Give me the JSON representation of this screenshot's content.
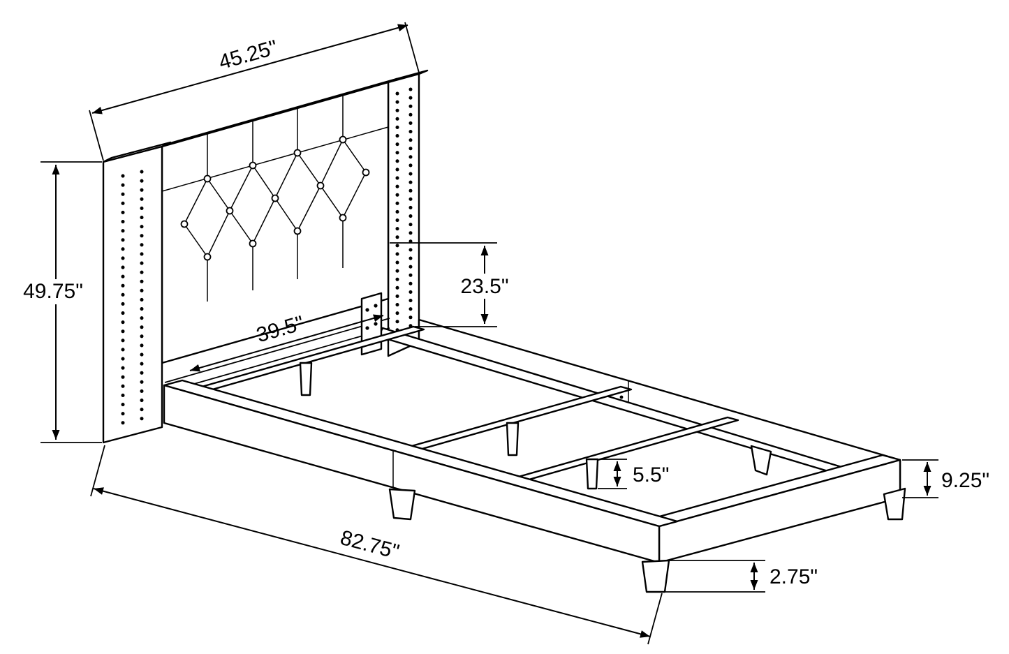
{
  "diagram": {
    "subject": "Upholstered wingback bed frame — technical dimension drawing",
    "background_color": "#ffffff",
    "line_color": "#000000",
    "dimensions": {
      "headboard_width": "45.25\"",
      "headboard_height": "49.75\"",
      "panel_to_rail_height": "23.5\"",
      "interior_width": "39.5\"",
      "center_leg_height": "5.5\"",
      "side_rail_height": "9.25\"",
      "overall_length": "82.75\"",
      "foot_height": "2.75\""
    }
  }
}
